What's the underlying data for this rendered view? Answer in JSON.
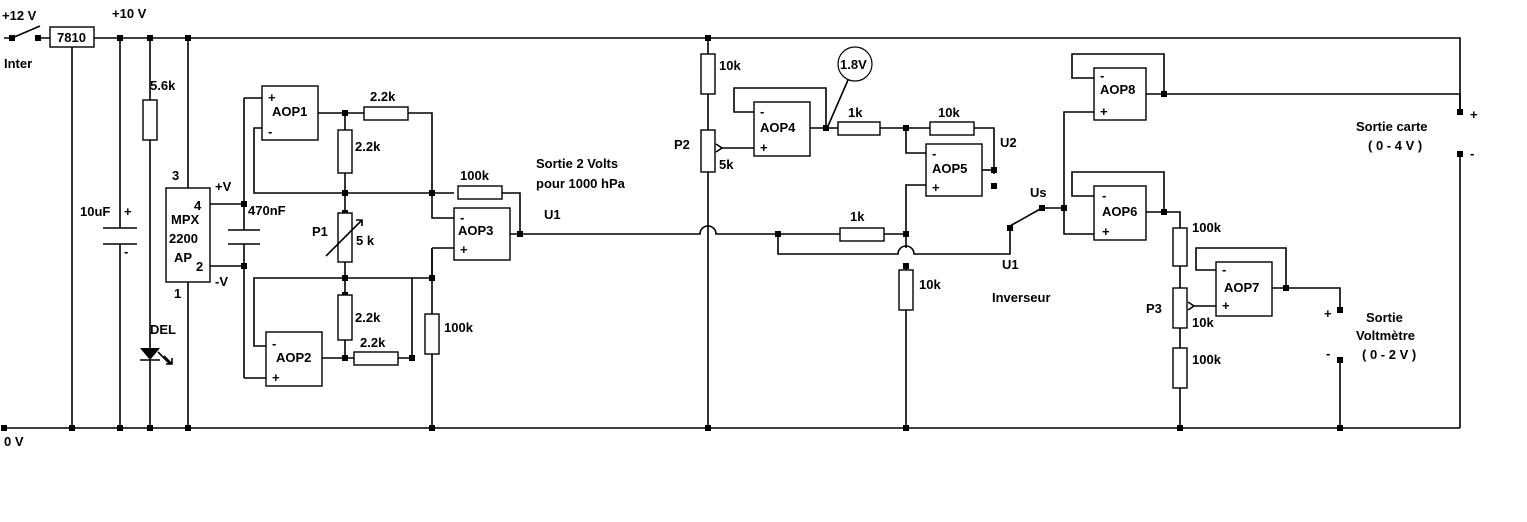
{
  "supply": {
    "v12": "+12 V",
    "v10": "+10 V",
    "gnd": "0 V",
    "switch": "Inter",
    "regulator": "7810"
  },
  "components": {
    "r_led": "5.6k",
    "cap_supply": "10uF",
    "cap_plus": "+",
    "cap_minus": "-",
    "led": "DEL",
    "sensor": {
      "line1": "MPX",
      "line2": "2200",
      "line3": "AP",
      "pin3": "3",
      "pin4": "4",
      "pin2": "2",
      "pin1": "1",
      "vplus": "+V",
      "vminus": "-V"
    },
    "cap_sensor": "470nF",
    "p1": "P1",
    "p1_value": "5 k",
    "r_top_h": "2.2k",
    "r_top_v": "2.2k",
    "r_bot_v": "2.2k",
    "r_bot_h": "2.2k",
    "r_fb_aop3": "100k",
    "r_gnd_aop3": "100k",
    "r_p2_top": "10k",
    "p2": "P2",
    "p2_value": "5k",
    "r_aop4_out": "1k",
    "r_aop5_fb": "10k",
    "r_u1_in": "1k",
    "r_gnd_mid": "10k",
    "r_p3_top": "100k",
    "p3": "P3",
    "p3_value": "10k",
    "r_p3_bot": "100k"
  },
  "opamps": {
    "aop1": "AOP1",
    "aop2": "AOP2",
    "aop3": "AOP3",
    "aop4": "AOP4",
    "aop5": "AOP5",
    "aop6": "AOP6",
    "aop7": "AOP7",
    "aop8": "AOP8",
    "plus": "+",
    "minus": "-"
  },
  "labels": {
    "sortie_2v_line1": "Sortie 2 Volts",
    "sortie_2v_line2": "pour 1000 hPa",
    "u1": "U1",
    "u1_switch": "U1",
    "u2": "U2",
    "us": "Us",
    "bubble": "1.8V",
    "inverseur": "Inverseur",
    "sortie_carte": "Sortie carte",
    "sortie_carte_range": "( 0 - 4 V )",
    "sortie_volt_line1": "Sortie",
    "sortie_volt_line2": "Voltmètre",
    "sortie_volt_range": "( 0 - 2 V )",
    "out_plus": "+",
    "out_minus": "-"
  }
}
